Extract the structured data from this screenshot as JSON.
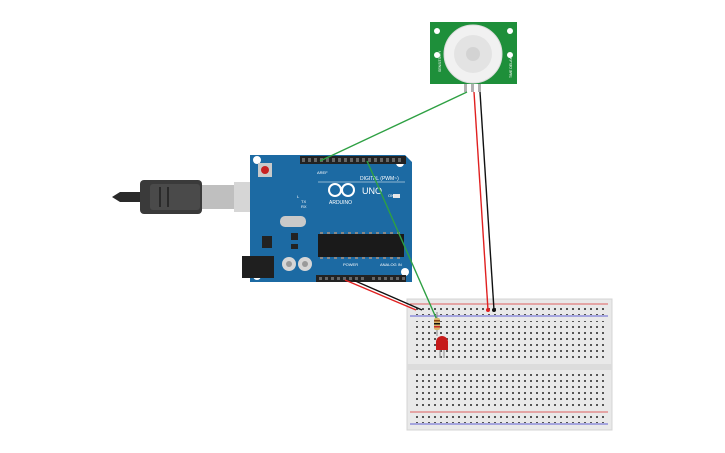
{
  "arduino": {
    "logo_text": "ARDUINO",
    "model_text": "UNO",
    "digital_label": "DIGITAL (PWM~)",
    "power_label": "POWER",
    "analog_label": "ANALOG IN",
    "aref_label": "AREF",
    "gnd_label": "GND",
    "tx_label": "TX",
    "rx_label": "RX",
    "l_label": "L",
    "on_label": "ON"
  },
  "pir_sensor": {
    "left_label": "SENSITIVITY",
    "right_label": "TIME DELAY"
  },
  "colors": {
    "board_blue": "#1c6aa3",
    "sensor_green": "#1e8f3a",
    "wire_green": "#2ea043",
    "wire_red": "#e02020",
    "wire_black": "#111111",
    "breadboard": "#e9e9e9",
    "led_red": "#c61a1a",
    "resistor": "#d9b56a"
  },
  "icons": [
    "usb-cable-icon",
    "arduino-board-icon",
    "pir-sensor-icon",
    "breadboard-icon",
    "led-icon",
    "resistor-icon"
  ]
}
